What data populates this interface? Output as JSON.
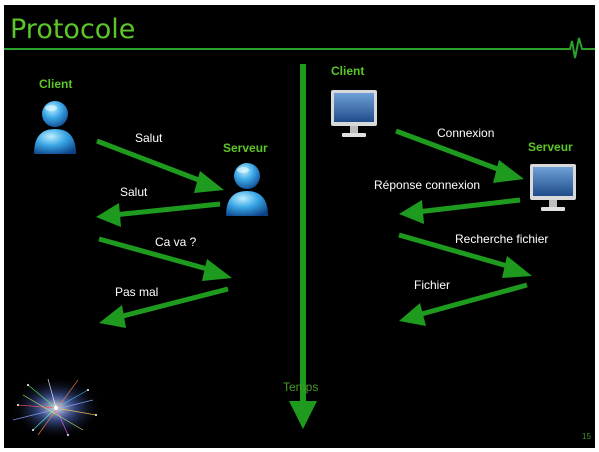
{
  "slide": {
    "title": "Protocole",
    "page_number": "15",
    "time_label": "Temps",
    "accent_color": "#1e9a1e"
  },
  "left": {
    "client_label": "Client",
    "server_label": "Serveur",
    "client_icon": "user-icon",
    "server_icon": "user-icon",
    "messages": [
      "Salut",
      "Salut",
      "Ca va ?",
      "Pas mal"
    ]
  },
  "right": {
    "client_label": "Client",
    "server_label": "Serveur",
    "client_icon": "monitor-icon",
    "server_icon": "monitor-icon",
    "messages": [
      "Connexion",
      "Réponse connexion",
      "Recherche fichier",
      "Fichier"
    ]
  },
  "decoration": {
    "corner_image": "network-graph-icon"
  }
}
